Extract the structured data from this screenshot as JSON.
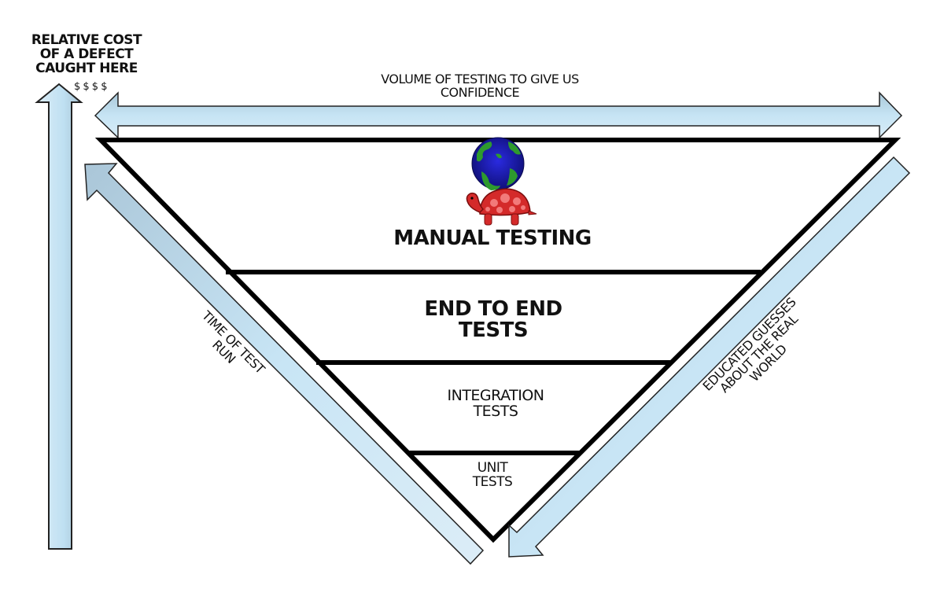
{
  "title": "Inverted testing pyramid",
  "axes": {
    "vertical_label": "RELATIVE COST\nOF A DEFECT\nCAUGHT HERE",
    "vertical_marker": "$ $ $ $",
    "horizontal_label": "VOLUME OF TESTING TO GIVE US\nCONFIDENCE",
    "left_diagonal_label": "TIME OF TEST\nRUN",
    "right_diagonal_label": "EDUCATED GUESSES\nABOUT THE REAL\nWORLD"
  },
  "layers": [
    {
      "name": "manual",
      "label": "MANUAL TESTING"
    },
    {
      "name": "end-to-end",
      "label": "END TO END\nTESTS"
    },
    {
      "name": "integration",
      "label": "INTEGRATION\nTESTS"
    },
    {
      "name": "unit",
      "label": "UNIT\nTESTS"
    }
  ],
  "illustration": {
    "description": "Globe resting on a turtle",
    "icons": [
      "globe-icon",
      "turtle-icon"
    ]
  },
  "colors": {
    "arrow_fill_light": "#dcedf7",
    "arrow_fill_mid": "#bfe0f2",
    "arrow_stroke": "#222222",
    "pyramid_stroke": "#000000",
    "globe_ocean": "#1a1aa8",
    "globe_land": "#2e9a2e",
    "turtle_body": "#d42a2a",
    "turtle_spots": "#f27a7a"
  }
}
